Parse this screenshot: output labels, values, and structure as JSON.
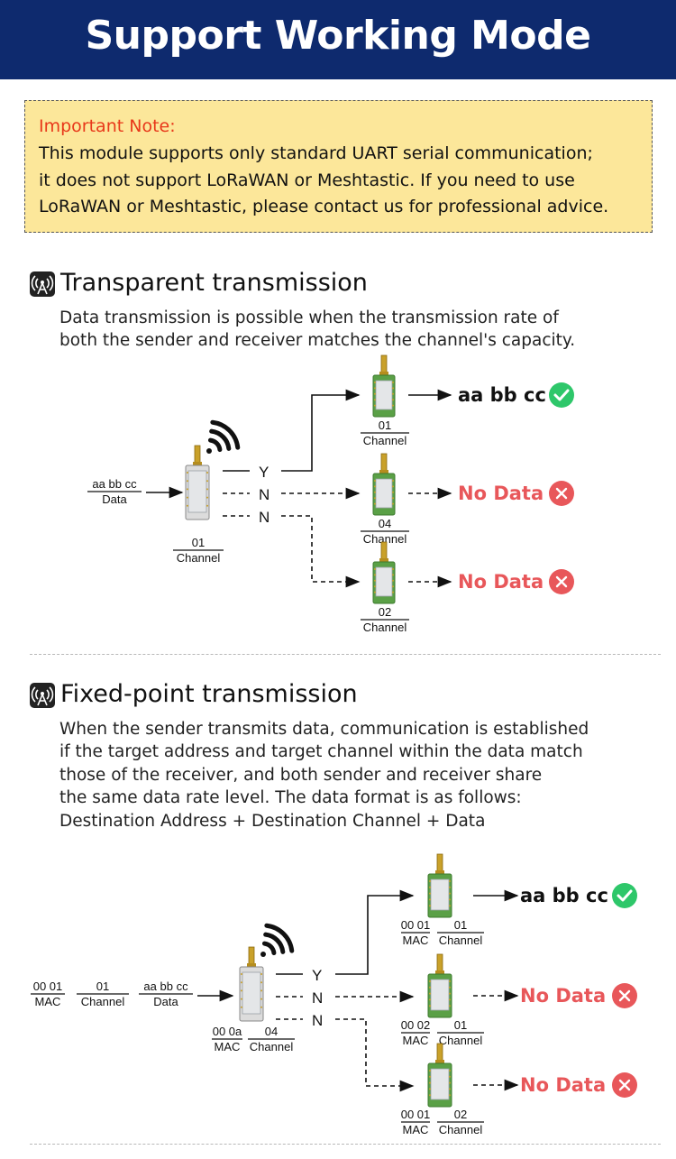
{
  "header": {
    "title": "Support Working Mode"
  },
  "note": {
    "heading": "Important Note:",
    "lines": [
      "This module supports only standard UART serial communication;",
      "it does not support LoRaWAN or Meshtastic. If you need to use",
      "LoRaWAN or Meshtastic, please contact us for professional advice."
    ]
  },
  "section1": {
    "icon": "antenna-icon",
    "title": "Transparent transmission",
    "desc": [
      "Data transmission is possible when the transmission rate of",
      "both the sender and receiver matches the channel's capacity."
    ],
    "diagram": {
      "input": {
        "top": "aa bb cc",
        "bottom": "Data"
      },
      "sender": {
        "top": "01",
        "bottom": "Channel"
      },
      "branches": [
        "Y",
        "N",
        "N"
      ],
      "receivers": [
        {
          "top": "01",
          "bottom": "Channel",
          "result": "aa bb cc",
          "status": "ok"
        },
        {
          "top": "04",
          "bottom": "Channel",
          "result": "No Data",
          "status": "fail"
        },
        {
          "top": "02",
          "bottom": "Channel",
          "result": "No Data",
          "status": "fail"
        }
      ]
    }
  },
  "section2": {
    "icon": "antenna-icon",
    "title": "Fixed-point transmission",
    "desc": [
      "When the sender transmits data, communication is established",
      "if the target address and target channel within the data match",
      "those of the receiver, and both sender and receiver share",
      "the same data rate level. The data format is as follows:",
      "Destination Address + Destination Channel + Data"
    ],
    "diagram": {
      "input": [
        {
          "top": "00 01",
          "bottom": "MAC"
        },
        {
          "top": "01",
          "bottom": "Channel"
        },
        {
          "top": "aa bb cc",
          "bottom": "Data"
        }
      ],
      "sender": [
        {
          "top": "00 0a",
          "bottom": "MAC"
        },
        {
          "top": "04",
          "bottom": "Channel"
        }
      ],
      "branches": [
        "Y",
        "N",
        "N"
      ],
      "receivers": [
        {
          "mac": "00 01",
          "mac_label": "MAC",
          "ch": "01",
          "ch_label": "Channel",
          "result": "aa bb cc",
          "status": "ok"
        },
        {
          "mac": "00 02",
          "mac_label": "MAC",
          "ch": "01",
          "ch_label": "Channel",
          "result": "No Data",
          "status": "fail"
        },
        {
          "mac": "00 01",
          "mac_label": "MAC",
          "ch": "02",
          "ch_label": "Channel",
          "result": "No Data",
          "status": "fail"
        }
      ]
    }
  },
  "colors": {
    "header": "#0e2a6e",
    "note_bg": "#fce79a",
    "alert": "#e8381a",
    "ok": "#2ec76a",
    "fail": "#e8575a",
    "module": "#5aa046"
  }
}
